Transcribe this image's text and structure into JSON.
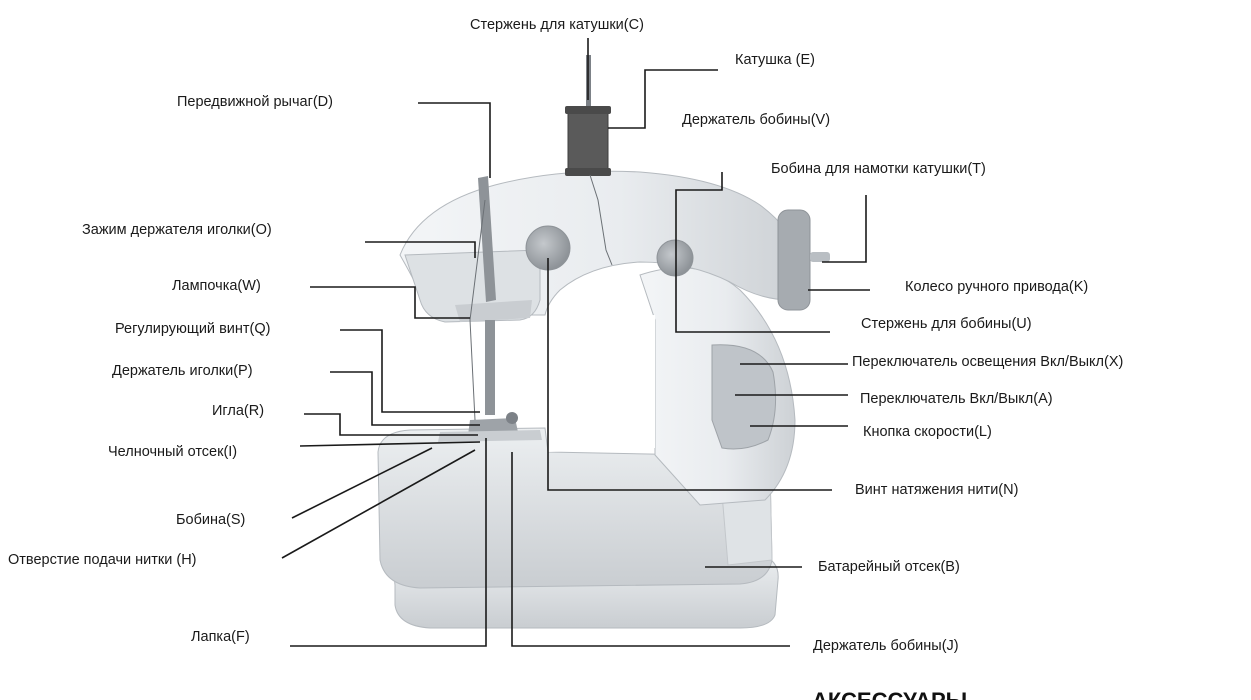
{
  "parts": {
    "spool_pin_c": "Стержень для катушки(C)",
    "spool_e": "Катушка (E)",
    "bobbin_holder_v": "Держатель бобины(V)",
    "movable_lever_d": "Передвижной рычаг(D)",
    "bobbin_winder_t": "Бобина для намотки катушки(T)",
    "needle_clamp_o": "Зажим держателя иголки(O)",
    "lamp_w": "Лампочка(W)",
    "handwheel_k": "Колесо ручного привода(K)",
    "bobbin_pin_u": "Стержень для бобины(U)",
    "adjust_screw_q": "Регулирующий винт(Q)",
    "light_switch_x": "Переключатель освещения Вкл/Выкл(X)",
    "needle_holder_p": "Держатель иголки(P)",
    "power_switch_a": "Переключатель Вкл/Выкл(A)",
    "needle_r": "Игла(R)",
    "speed_button_l": "Кнопка скорости(L)",
    "shuttle_i": "Челночный отсек(I)",
    "tension_screw_n": "Винт натяжения нити(N)",
    "bobbin_s": "Бобина(S)",
    "feed_hole_h": "Отверстие подачи нитки (H)",
    "battery_b": "Батарейный отсек(B)",
    "presser_foot_f": "Лапка(F)",
    "bobbin_holder_j": "Держатель бобины(J)"
  },
  "footer": {
    "heading": "АКСЕССУАРЫ"
  },
  "colors": {
    "body": "#e9ecef",
    "body_shade": "#d4d8dc",
    "body_dark": "#b9bec3",
    "spool": "#5a5a5a",
    "knob": "#9ea3a8",
    "line": "#1a1a1a"
  }
}
